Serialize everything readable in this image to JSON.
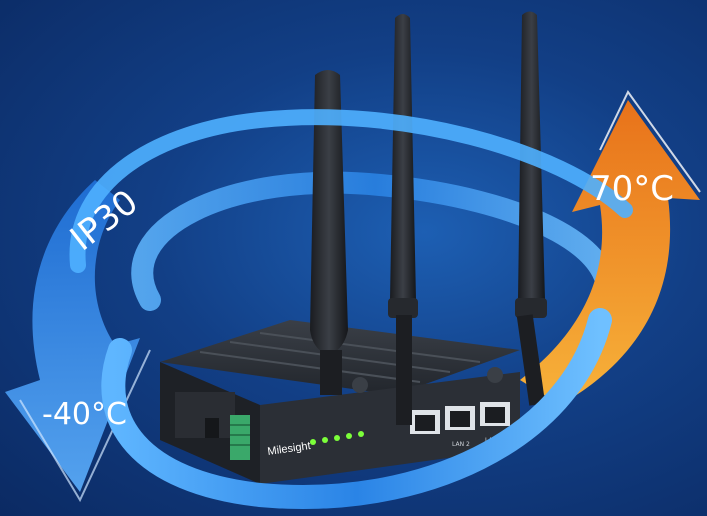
{
  "labels": {
    "ip_rating": "IP30",
    "temp_high": "70°C",
    "temp_low": "-40°C"
  },
  "brand": {
    "name": "Milesight"
  },
  "port_labels": [
    "LAN 2",
    "LAN 4"
  ],
  "colors": {
    "background": "#123f86",
    "ring_blue": "#3a9cf0",
    "arrow_orange": "#f08a1e",
    "arrow_blue": "#3d8ff0",
    "device_body": "#2b2f36",
    "led_green": "#7cff3a"
  },
  "icons": [
    "antenna-icon",
    "ethernet-port-icon",
    "led-indicator-icon",
    "terminal-block-icon"
  ]
}
